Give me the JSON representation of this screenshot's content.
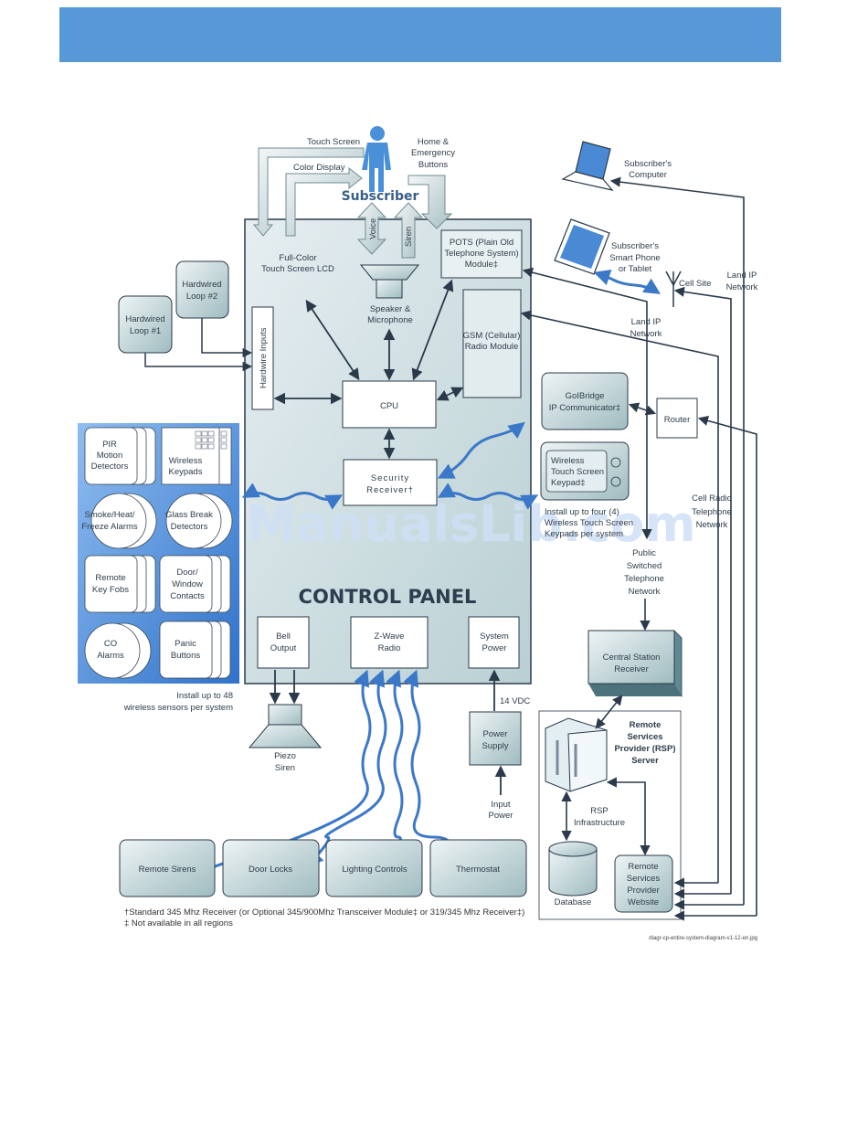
{
  "header": {
    "banner_color": "#5799d6"
  },
  "diagram": {
    "title": "CONTROL PANEL",
    "subscriber": {
      "label": "Subscriber",
      "touch_screen": "Touch Screen",
      "color_display": "Color Display",
      "home_emergency": [
        "Home &",
        "Emergency",
        "Buttons"
      ],
      "voice": "Voice",
      "siren": "Siren"
    },
    "panel": {
      "lcd": [
        "Full-Color",
        "Touch Screen LCD"
      ],
      "speaker": [
        "Speaker &",
        "Microphone"
      ],
      "pots": [
        "POTS (Plain Old",
        "Telephone System)",
        "Module‡"
      ],
      "gsm": [
        "GSM (Cellular)",
        "Radio Module"
      ],
      "hardwire_inputs": "Hardwire Inputs",
      "cpu": "CPU",
      "security_receiver": [
        "Security",
        "Receiver†"
      ],
      "bell_output": [
        "Bell",
        "Output"
      ],
      "zwave_radio": [
        "Z-Wave",
        "Radio"
      ],
      "system_power": [
        "System",
        "Power"
      ]
    },
    "hardwired_loops": [
      [
        "Hardwired",
        "Loop #1"
      ],
      [
        "Hardwired",
        "Loop #2"
      ]
    ],
    "wireless_sensors": {
      "items": [
        [
          "PIR",
          "Motion",
          "Detectors"
        ],
        [
          "Wireless",
          "Keypads"
        ],
        [
          "Smoke/Heat/",
          "Freeze Alarms"
        ],
        [
          "Glass Break",
          "Detectors"
        ],
        [
          "Remote",
          "Key Fobs"
        ],
        [
          "Door/",
          "Window",
          "Contacts"
        ],
        [
          "CO",
          "Alarms"
        ],
        [
          "Panic",
          "Buttons"
        ]
      ],
      "note": [
        "Install up to 48",
        "wireless sensors per system"
      ],
      "panel_color": "#4a8ad4"
    },
    "right_devices": {
      "computer": [
        "Subscriber's",
        "Computer"
      ],
      "phone": [
        "Subscriber's",
        "Smart Phone",
        "or Tablet"
      ],
      "cell_site": "Cell Site",
      "land_ip_1": [
        "Land IP",
        "Network"
      ],
      "land_ip_2": [
        "Land IP",
        "Network"
      ],
      "golbridge": [
        "GoIBridge",
        "IP Communicator‡"
      ],
      "router": "Router",
      "wireless_keypad": [
        "Wireless",
        "Touch Screen",
        "Keypad‡"
      ],
      "keypad_note": [
        "Install up to four (4)",
        "Wireless Touch Screen",
        "Keypads per system"
      ],
      "pstn": [
        "Public",
        "Switched",
        "Telephone",
        "Network"
      ],
      "cell_radio": [
        "Cell Radio",
        "Telephone",
        "Network"
      ],
      "central_station": [
        "Central Station",
        "Receiver"
      ],
      "rsp_server": [
        "Remote",
        "Services",
        "Provider (RSP)",
        "Server"
      ],
      "rsp_infra": [
        "RSP",
        "Infrastructure"
      ],
      "database": "Database",
      "rsp_website": [
        "Remote",
        "Services",
        "Provider",
        "Website"
      ]
    },
    "bottom": {
      "piezo": [
        "Piezo",
        "Siren"
      ],
      "vdc": "14 VDC",
      "power_supply": [
        "Power",
        "Supply"
      ],
      "input_power": [
        "Input",
        "Power"
      ],
      "zwave_devices": [
        "Remote Sirens",
        "Door Locks",
        "Lighting Controls",
        "Thermostat"
      ]
    },
    "footnotes": [
      "†Standard 345 Mhz Receiver (or Optional 345/900Mhz Transceiver Module‡ or 319/345 Mhz Receiver‡)",
      "‡ Not available in all regions"
    ],
    "filename": "diagr-cp-entire-system-diagram-v1-12-en.jpg",
    "watermark": "ManualsLib.com"
  }
}
